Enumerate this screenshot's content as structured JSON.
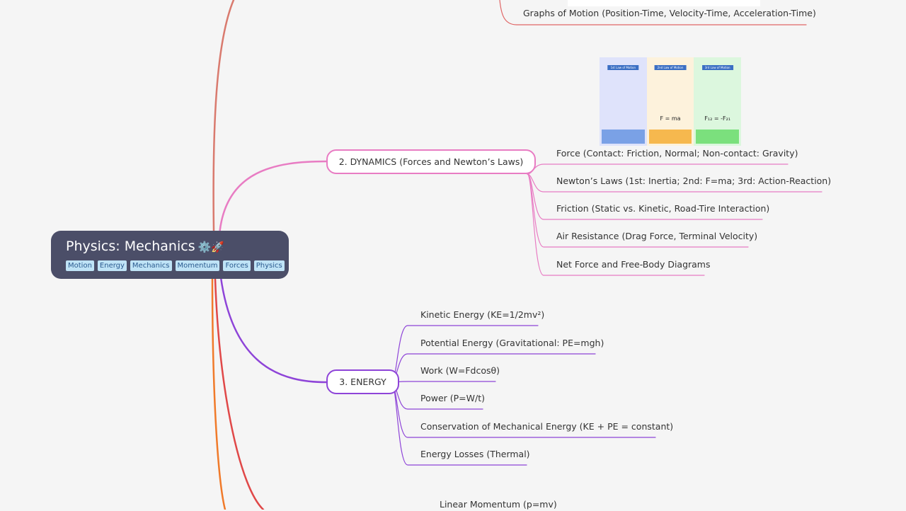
{
  "root": {
    "title": "Physics: Mechanics",
    "emoji": "⚙️🚀",
    "tags": [
      "Motion",
      "Energy",
      "Mechanics",
      "Momentum",
      "Forces",
      "Physics"
    ]
  },
  "top_leaf": {
    "label": "Graphs of Motion (Position-Time, Velocity-Time, Acceleration-Time)",
    "color": "#e06666"
  },
  "branches": [
    {
      "label": "2. DYNAMICS (Forces and Newton’s Laws)",
      "color": "#e87cc3",
      "leaves": [
        "Force (Contact: Friction, Normal; Non-contact: Gravity)",
        "Newton’s Laws (1st: Inertia; 2nd: F=ma; 3rd: Action-Reaction)",
        "Friction (Static vs. Kinetic, Road-Tire Interaction)",
        "Air Resistance (Drag Force, Terminal Velocity)",
        "Net Force and Free-Body Diagrams"
      ]
    },
    {
      "label": "3. ENERGY",
      "color": "#8e44d8",
      "leaves": [
        "Kinetic Energy (KE=1/2mv²)",
        "Potential Energy (Gravitational: PE=mgh)",
        "Work (W=Fdcosθ)",
        "Power (P=W/t)",
        "Conservation of Mechanical Energy (KE + PE = constant)",
        "Energy Losses (Thermal)"
      ]
    }
  ],
  "bottom_leaf": {
    "label": "Linear Momentum (p=mv)"
  },
  "newton_image": {
    "panels": [
      {
        "header": "1st Law of Motion",
        "eq": "",
        "bg": "#dfe3fb",
        "foot": "#7aa1e6"
      },
      {
        "header": "2nd Law of Motion",
        "eq": "F = ma",
        "bg": "#fdf2dc",
        "foot": "#f6b84e"
      },
      {
        "header": "3rd Law of Motion",
        "eq": "F₁₂ = -F₂₁",
        "bg": "#dcf7de",
        "foot": "#7be07d"
      }
    ]
  },
  "colors": {
    "edge_top": "#d97a6e",
    "edge_red": "#e04848",
    "edge_orange": "#f07a2a"
  }
}
